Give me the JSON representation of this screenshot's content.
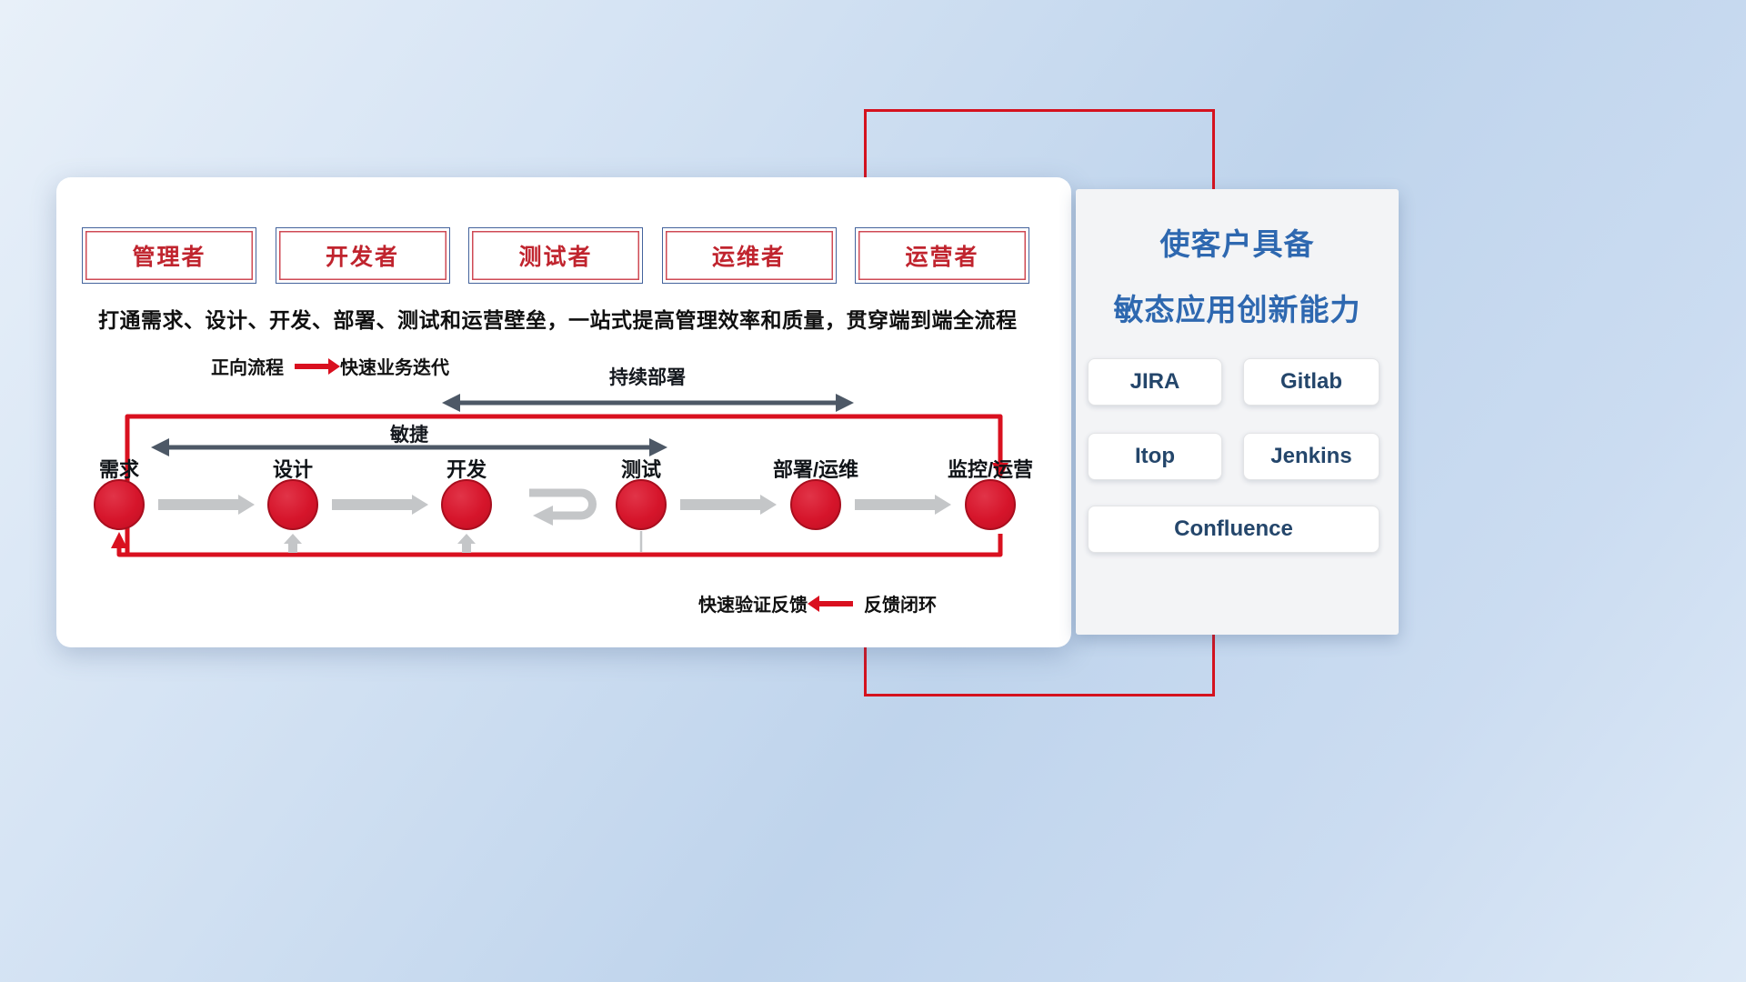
{
  "roles": [
    "管理者",
    "开发者",
    "测试者",
    "运维者",
    "运营者"
  ],
  "headline": "打通需求、设计、开发、部署、测试和运营壁垒，一站式提高管理效率和质量，贯穿端到端全流程",
  "legend": {
    "forward_label": "正向流程",
    "forward_desc": "快速业务迭代",
    "feedback_desc": "快速验证反馈",
    "feedback_label": "反馈闭环"
  },
  "span_arrows": {
    "continuous_deploy": "持续部署",
    "agile": "敏捷"
  },
  "stages": [
    "需求",
    "设计",
    "开发",
    "测试",
    "部署/运维",
    "监控/运营"
  ],
  "side_panel": {
    "title_line1": "使客户具备",
    "title_line2": "敏态应用创新能力",
    "tools": [
      "JIRA",
      "Gitlab",
      "Itop",
      "Jenkins",
      "Confluence"
    ]
  },
  "colors": {
    "accent_red": "#d9101f",
    "slate_arrow": "#4d5866",
    "gray_arrow": "#c4c6c8",
    "title_blue": "#2e68b0",
    "tool_text_navy": "#24466b",
    "role_text_red": "#c0242e"
  }
}
